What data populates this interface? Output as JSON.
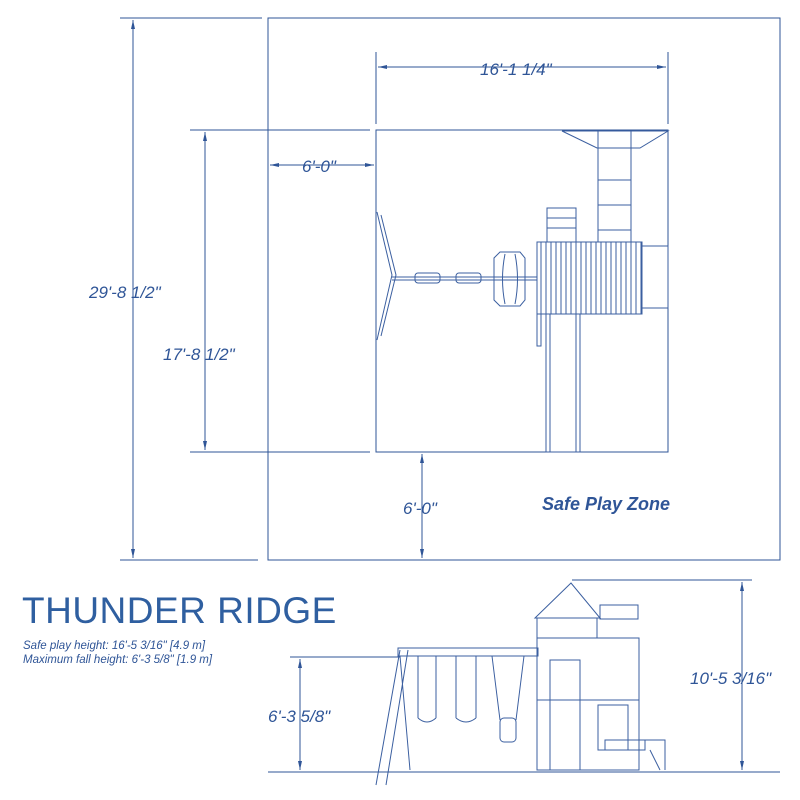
{
  "product": {
    "title": "THUNDER RIDGE",
    "safe_play_height": "Safe play height: 16'-5 3/16\" [4.9 m]",
    "max_fall_height": "Maximum fall height: 6'-3 5/8\" [1.9 m]"
  },
  "plan_view": {
    "zone_label": "Safe Play Zone",
    "dimensions": {
      "total_depth": "29'-8 1/2\"",
      "unit_depth": "17'-8 1/2\"",
      "unit_width": "16'-1 1/4\"",
      "side_clearance": "6'-0\"",
      "front_clearance": "6'-0\""
    }
  },
  "side_view": {
    "dimensions": {
      "swing_beam_height": "6'-3 5/8\"",
      "overall_height": "10'-5 3/16\""
    }
  },
  "colors": {
    "line": "#2f5597",
    "title": "#2f5fa0"
  }
}
